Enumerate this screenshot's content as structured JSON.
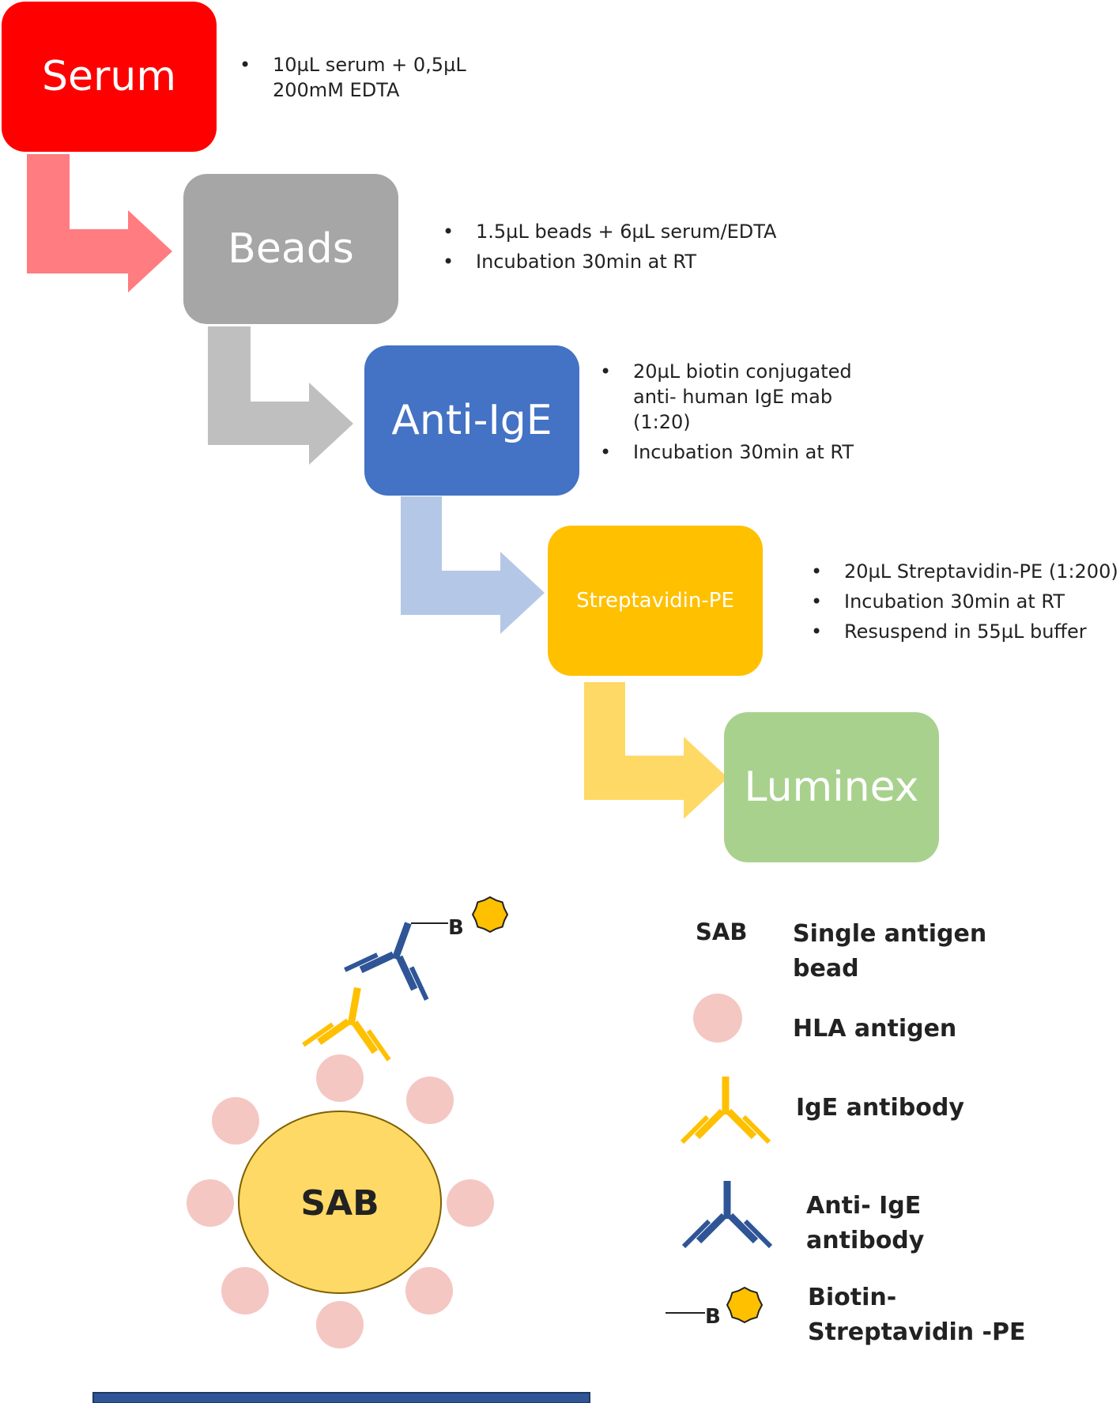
{
  "steps": [
    {
      "label": "Serum",
      "color": "#ff0000",
      "notes": [
        "10µL serum + 0,5µL\n200mM EDTA"
      ]
    },
    {
      "label": "Beads",
      "color": "#a6a6a6",
      "notes": [
        "1.5µL beads + 6µL serum/EDTA",
        "Incubation 30min at RT"
      ]
    },
    {
      "label": "Anti-IgE",
      "color": "#4472c4",
      "notes": [
        "20µL biotin conjugated\nanti- human IgE mab\n(1:20)",
        "Incubation 30min at RT"
      ]
    },
    {
      "label": "Streptavidin-PE",
      "color": "#ffc000",
      "notes": [
        "20µL Streptavidin-PE (1:200)",
        "Incubation 30min at RT",
        "Resuspend in 55µL buffer"
      ]
    },
    {
      "label": "Luminex",
      "color": "#a9d18e",
      "notes": []
    }
  ],
  "arrow_colors": [
    "#ff7c80",
    "#bfbfbf",
    "#b4c7e7",
    "#ffd966"
  ],
  "illustration": {
    "bead_label": "SAB",
    "biotin_letter": "B",
    "colors": {
      "bead": "#ffd966",
      "hla": "#f4c7c3",
      "ige": "#ffc000",
      "anti_ige": "#2f5597",
      "star": "#ffc000",
      "base_line": "#2f5597"
    }
  },
  "legend": [
    {
      "abbr": "SAB",
      "text": "Single antigen\nbead"
    },
    {
      "icon": "hla-antigen-icon",
      "text": "HLA antigen"
    },
    {
      "icon": "ige-antibody-icon",
      "text": "IgE antibody"
    },
    {
      "icon": "anti-ige-antibody-icon",
      "text": "Anti- IgE\nantibody"
    },
    {
      "icon": "biotin-streptavidin-icon",
      "biotin_letter": "B",
      "text": "Biotin-\nStreptavidin -PE"
    }
  ]
}
